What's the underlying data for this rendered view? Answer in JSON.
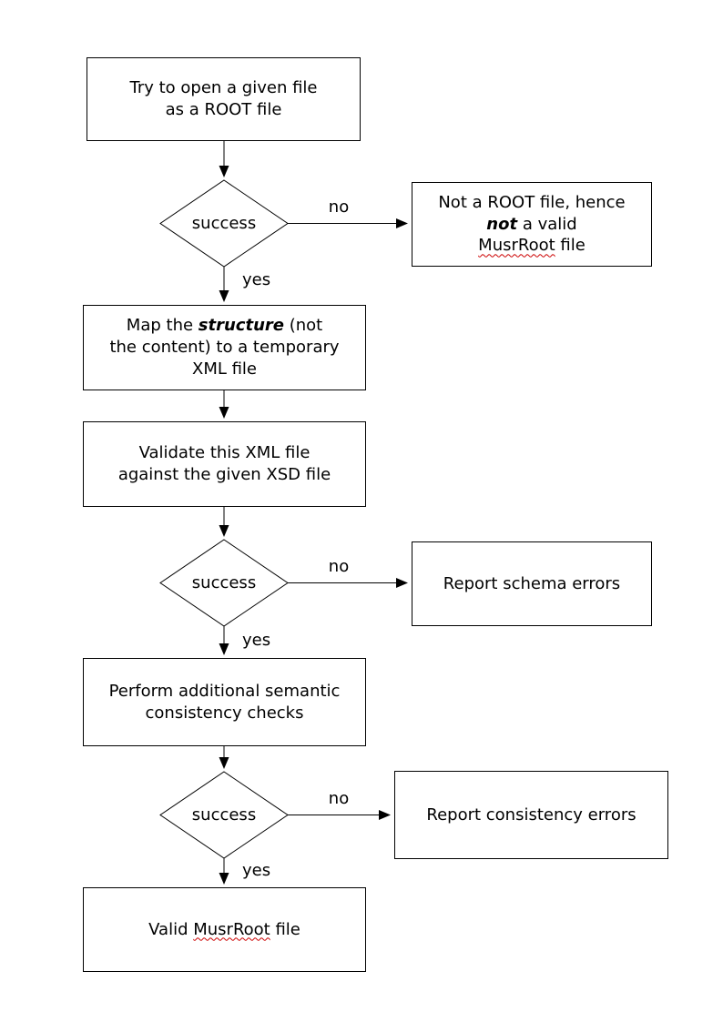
{
  "diagram": {
    "labels": {
      "no": "no",
      "yes": "yes",
      "success": "success"
    },
    "open_file": {
      "l1": "Try to open a given file",
      "l2": "as a ROOT file"
    },
    "not_root": {
      "l1": "Not a ROOT file, hence",
      "l2a": "not",
      "l2b": " a valid",
      "l3a": "MusrRoot",
      "l3b": " file"
    },
    "map_structure": {
      "l1a": "Map the ",
      "l1b": "structure",
      "l1c": " (not",
      "l2": "the content) to a temporary",
      "l3": "XML file"
    },
    "validate": {
      "l1": "Validate this XML file",
      "l2": "against the given XSD file"
    },
    "report_schema": {
      "l1": "Report schema errors"
    },
    "semantic_checks": {
      "l1": "Perform additional semantic",
      "l2": "consistency checks"
    },
    "report_consistency": {
      "l1": "Report consistency errors"
    },
    "valid_file": {
      "l1a": "Valid ",
      "l1b": "MusrRoot",
      "l1c": " file"
    }
  }
}
